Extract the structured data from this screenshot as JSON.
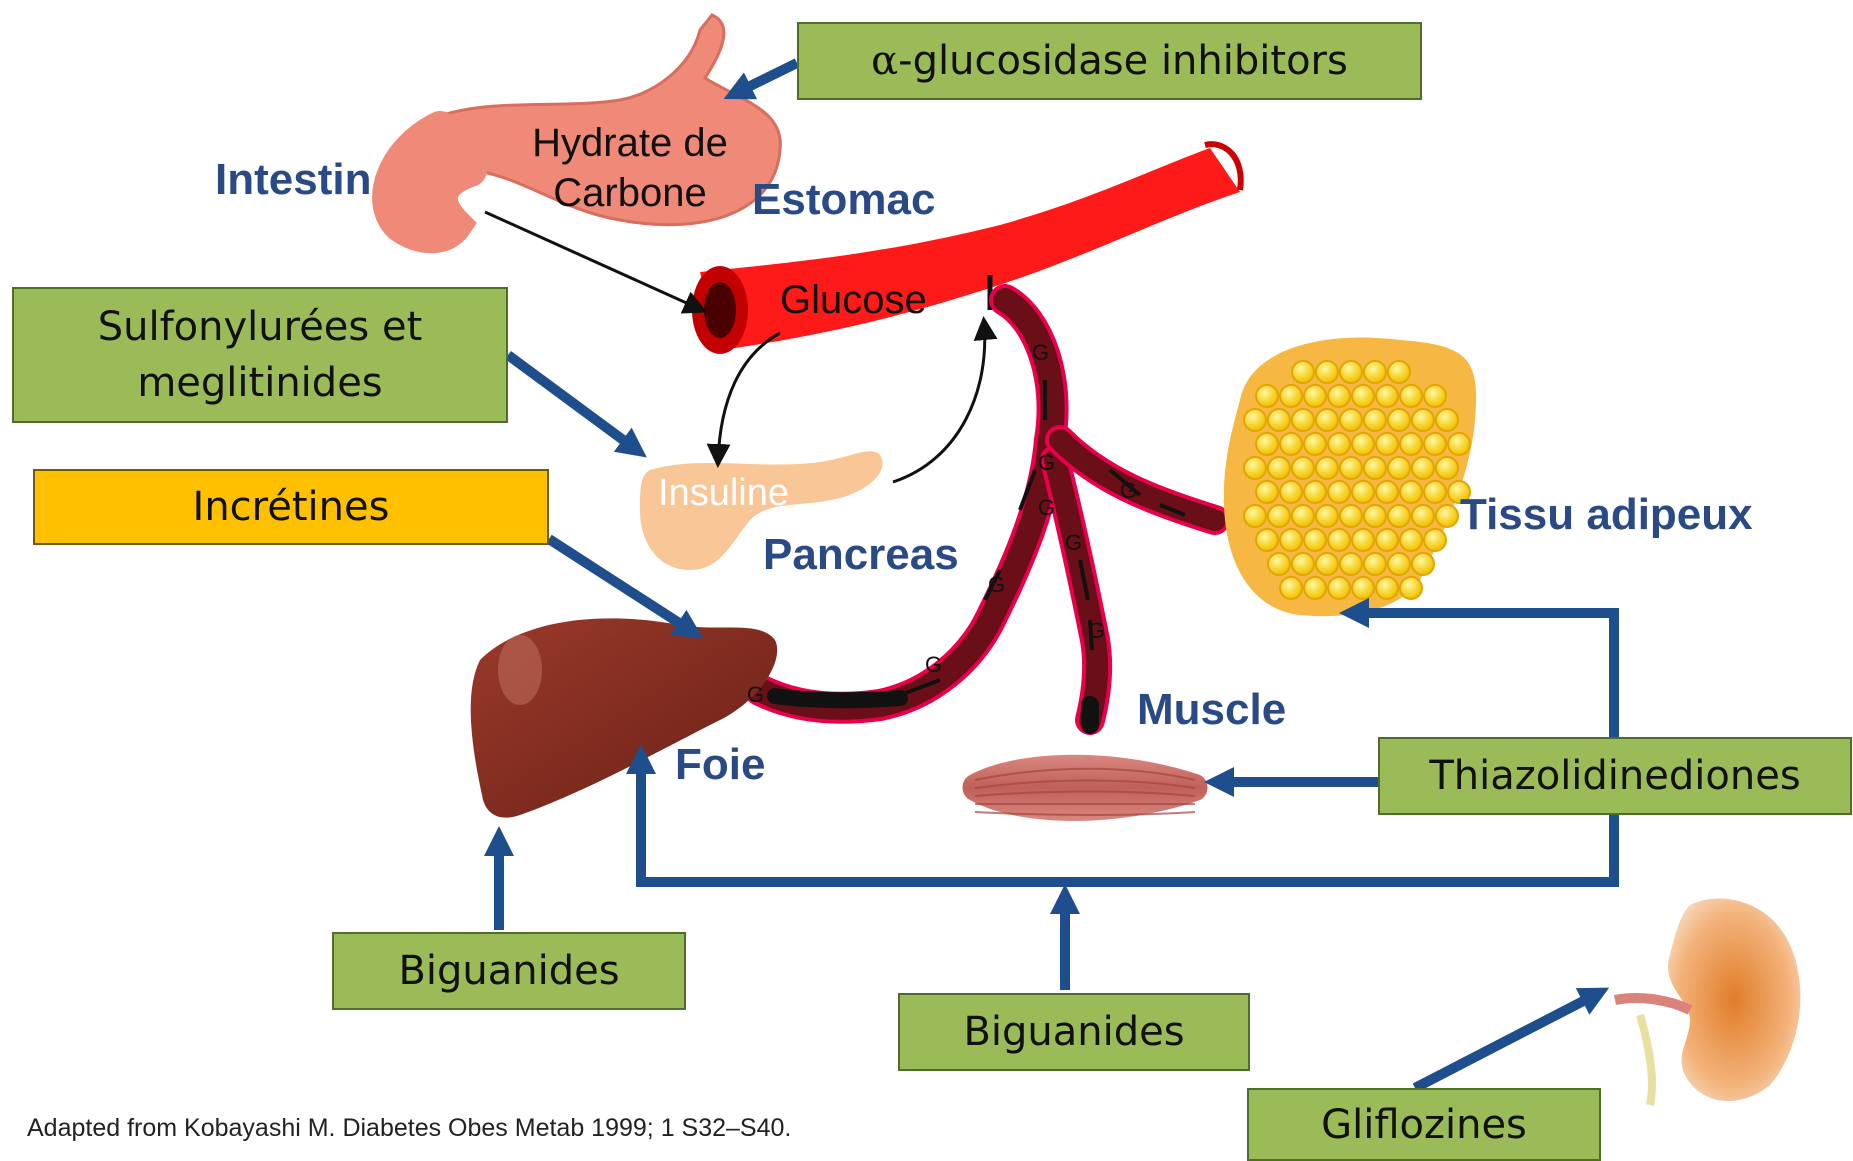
{
  "colors": {
    "drug_box_fill": "#9bbb59",
    "incretin_box_fill": "#ffc000",
    "arrow_blue": "#1f4e8c",
    "organ_label": "#2a4a86",
    "blood_red": "#ff0000",
    "vessel_dark": "#5a0e15"
  },
  "organs": {
    "intestin": "Intestin",
    "estomac": "Estomac",
    "pancreas": "Pancreas",
    "tissu_adipeux": "Tissu adipeux",
    "muscle": "Muscle",
    "foie": "Foie"
  },
  "inner_labels": {
    "hydrate": "Hydrate de\nCarbone",
    "glucose": "Glucose",
    "insuline": "Insuline",
    "vessel_marker": "G"
  },
  "drug_boxes": {
    "alpha_glucosidase": {
      "symbol": "α",
      "text": "-glucosidase inhibitors"
    },
    "sulfonylurees": "Sulfonylurées et\nmeglitinides",
    "incretines": "Incrétines",
    "thiazolidinediones": "Thiazolidinediones",
    "biguanides_left": "Biguanides",
    "biguanides_center": "Biguanides",
    "gliflozines": "Gliflozines"
  },
  "icons": [
    "stomach-icon",
    "blood-vessel-icon",
    "pancreas-icon",
    "liver-icon",
    "muscle-icon",
    "adipose-tissue-icon",
    "kidney-icon"
  ],
  "footnote": "Adapted from Kobayashi M. Diabetes Obes Metab 1999; 1 S32–S40."
}
